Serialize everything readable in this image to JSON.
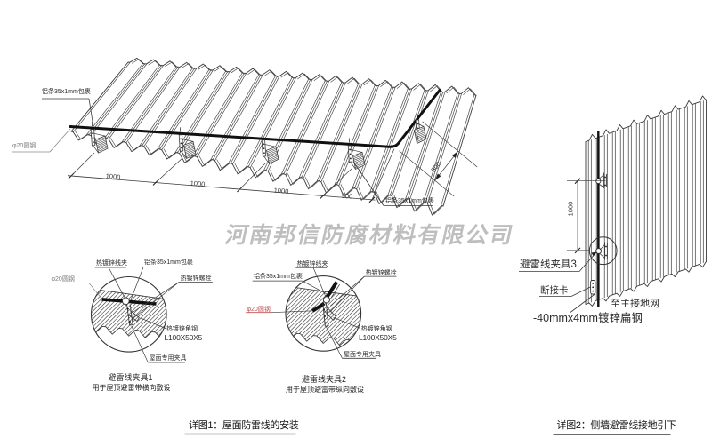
{
  "watermark": {
    "text": "河南邦信防腐材料有限公司"
  },
  "colors": {
    "line": "#3a3a3a",
    "heavy_line": "#111111",
    "label": "#2b2b2b",
    "gray_label": "#7d7d7d",
    "red_label": "#c25151",
    "watermark": "#b9b9b9",
    "background": "#ffffff"
  },
  "roof_view": {
    "label_strip_top": "铝条35x1mm包裹",
    "label_rod": "φ20圆钢",
    "label_strip_bottom": "铝条35x1mm包裹",
    "dim_segments": [
      "1000",
      "1000",
      "1000",
      "500"
    ],
    "dim_slope": "500",
    "caption": "详图1：屋面防雷线的安装"
  },
  "detail_1": {
    "label_wire_clamp": "热镀锌线夹",
    "label_strip": "铝条35x1mm包裹",
    "label_bolt": "热镀锌螺栓",
    "label_rod": "φ20圆钢",
    "label_angle_steel": "热镀锌角钢",
    "label_angle_size": "L100X50X5",
    "label_roof_clamp": "屋面专用夹具",
    "caption_title": "避雷线夹具1",
    "caption_sub": "用于屋顶避雷带横向敷设"
  },
  "detail_2": {
    "label_wire_clamp": "热镀锌线夹",
    "label_strip": "铝条35x1mm包裹",
    "label_bolt": "热镀锌螺栓",
    "label_rod": "φ20圆钢",
    "label_angle_steel": "热镀锌角钢",
    "label_angle_size": "L100X50X5",
    "label_roof_clamp": "屋面专用夹具",
    "caption_title": "避雷线夹具2",
    "caption_sub": "用于屋顶避雷带纵向敷设"
  },
  "wall_view": {
    "label_clamp3": "避雷线夹具3",
    "label_disconnect": "断接卡",
    "label_to_ground": "至主接地网",
    "label_flat_steel": "-40mmx4mm镀锌扁钢",
    "dim_vertical": "1000",
    "caption": "详图2：侧墙避雷线接地引下"
  }
}
